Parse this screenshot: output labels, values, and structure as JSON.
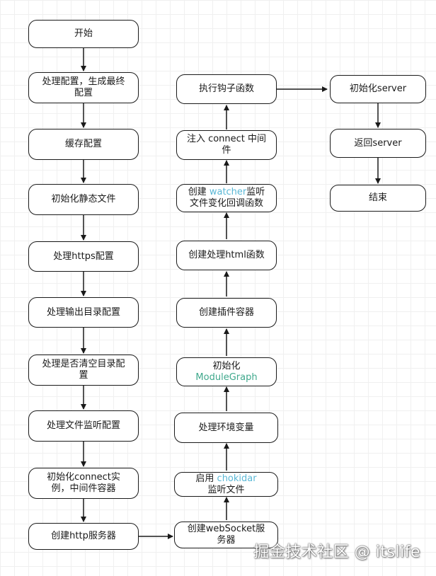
{
  "nodes": {
    "start": "开始",
    "process_config_1": "处理配置，生成最终",
    "process_config_2": "配置",
    "cache_config": "缓存配置",
    "init_static": "初始化静态文件",
    "https_config": "处理https配置",
    "output_dir": "处理输出目录配置",
    "clear_dir_1": "处理是否清空目录配",
    "clear_dir_2": "置",
    "file_watch": "处理文件监听配置",
    "connect_1": "初始化connect实",
    "connect_2": "例，中间件容器",
    "http_server": "创建http服务器",
    "ws_1": "创建webSocket服",
    "ws_2": "务器",
    "chokidar_pre": "启用 ",
    "chokidar_word": "chokidar",
    "chokidar_2": "监听文件",
    "env": "处理环境变量",
    "module_graph_1": "初始化",
    "module_graph_word": "ModuleGraph",
    "plugin_container": "创建插件容器",
    "html_fn": "创建处理html函数",
    "watcher_pre": "创建 ",
    "watcher_word": "watcher",
    "watcher_post": "监听",
    "watcher_2": "文件变化回调函数",
    "inject_1": "注入 connect 中间",
    "inject_2": "件",
    "hooks": "执行钩子函数",
    "init_server": "初始化server",
    "return_server": "返回server",
    "end": "结束"
  },
  "watermark": "掘金技术社区 @ itslife",
  "colors": {
    "highlight_blue": "#5ab8d6",
    "highlight_green": "#3fa88c",
    "stroke": "#1a1a1a"
  }
}
